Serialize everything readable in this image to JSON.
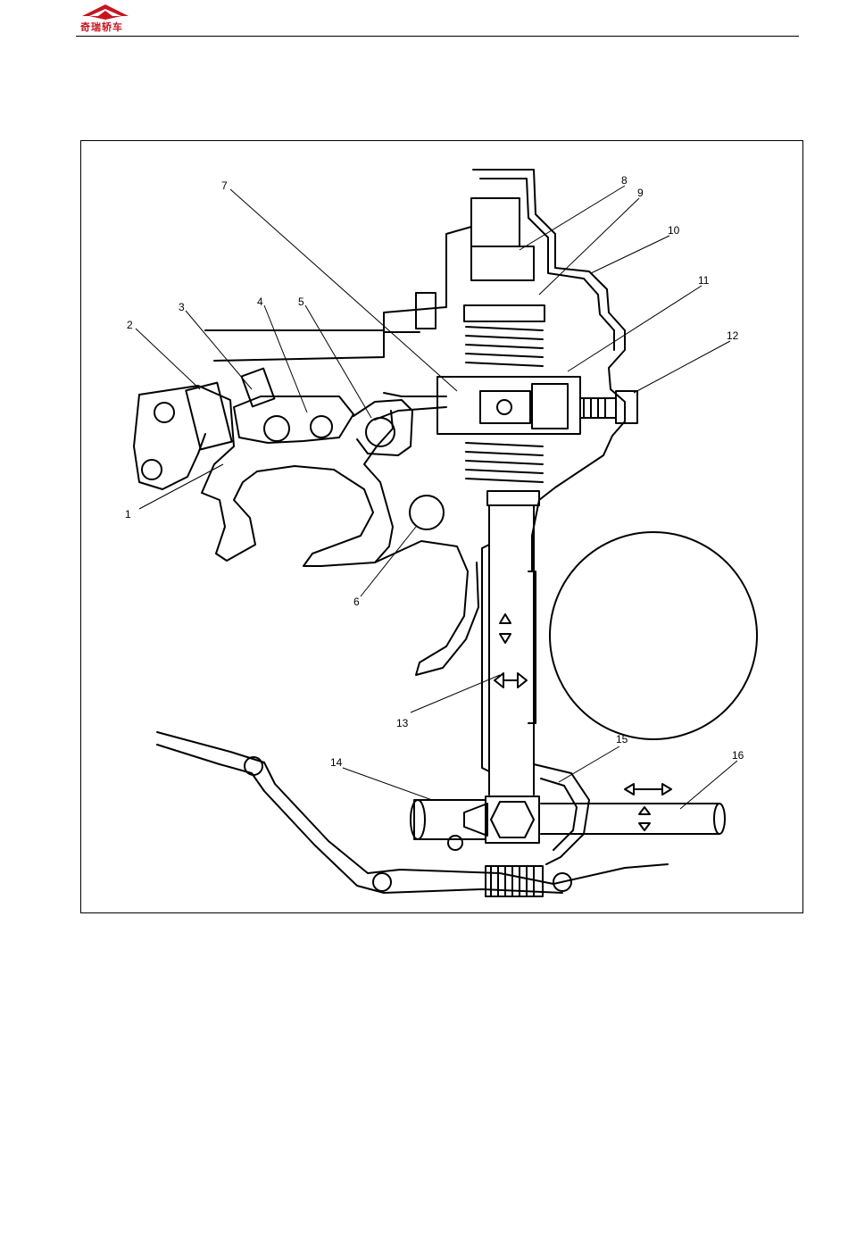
{
  "header": {
    "logo_text": "奇瑞轿车",
    "brand_color": "#c8141e"
  },
  "figure": {
    "callouts": [
      "1",
      "2",
      "3",
      "4",
      "5",
      "6",
      "7",
      "8",
      "9",
      "10",
      "11",
      "12",
      "13",
      "14",
      "15",
      "16"
    ]
  }
}
